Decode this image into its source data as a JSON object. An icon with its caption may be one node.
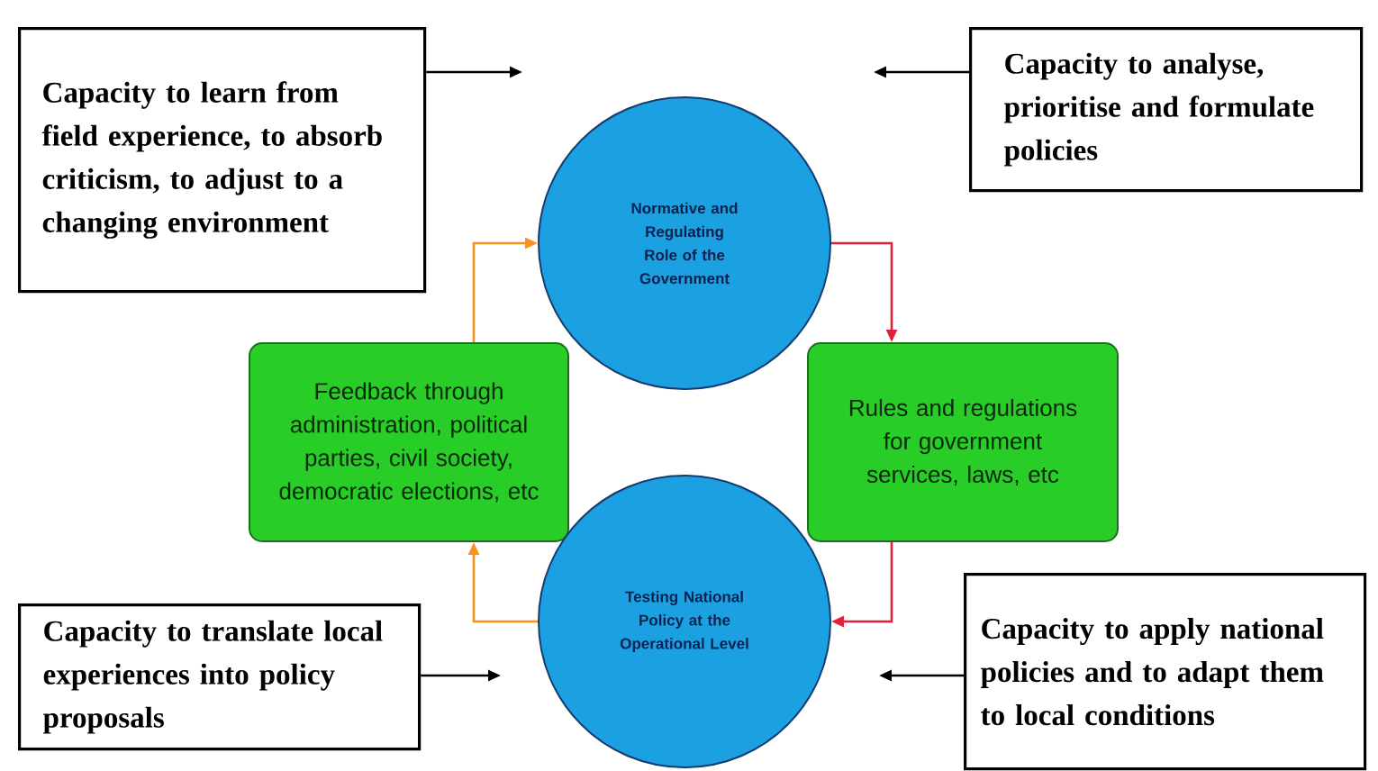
{
  "diagram": {
    "nodes": [
      {
        "text": [
          "Capacity to learn from field experience, to absorb criticism, to adjust to a changing environment"
        ]
      },
      {
        "text": [
          "Capacity to analyse, prioritise and formulate policies"
        ]
      },
      {
        "text": [
          "Normative and Regulating Role of the Government"
        ]
      },
      {
        "text": [
          "Feedback through administration, political parties, civil society, democratic elections, etc"
        ]
      },
      {
        "text": [
          "Rules and regulations for government services, laws, etc"
        ]
      },
      {
        "text": [
          "Testing National Policy at the Operational Level"
        ]
      },
      {
        "text": [
          "Capacity to translate local experiences into policy proposals"
        ]
      },
      {
        "text": [
          "Capacity to apply national policies and to adapt them to local conditions"
        ]
      }
    ],
    "edges": [
      {
        "from": 0,
        "to": null,
        "arrow": "to"
      },
      {
        "from": 1,
        "to": null,
        "arrow": "to"
      },
      {
        "from": 2,
        "to": 4,
        "arrow": "to",
        "color": "#e0203c"
      },
      {
        "from": 4,
        "to": 5,
        "arrow": "to",
        "color": "#e0203c"
      },
      {
        "from": 5,
        "to": 3,
        "arrow": "to",
        "color": "#f7931e"
      },
      {
        "from": 3,
        "to": 2,
        "arrow": "to",
        "color": "#f7931e"
      },
      {
        "from": 6,
        "to": null,
        "arrow": "to"
      },
      {
        "from": 7,
        "to": null,
        "arrow": "to"
      }
    ]
  }
}
